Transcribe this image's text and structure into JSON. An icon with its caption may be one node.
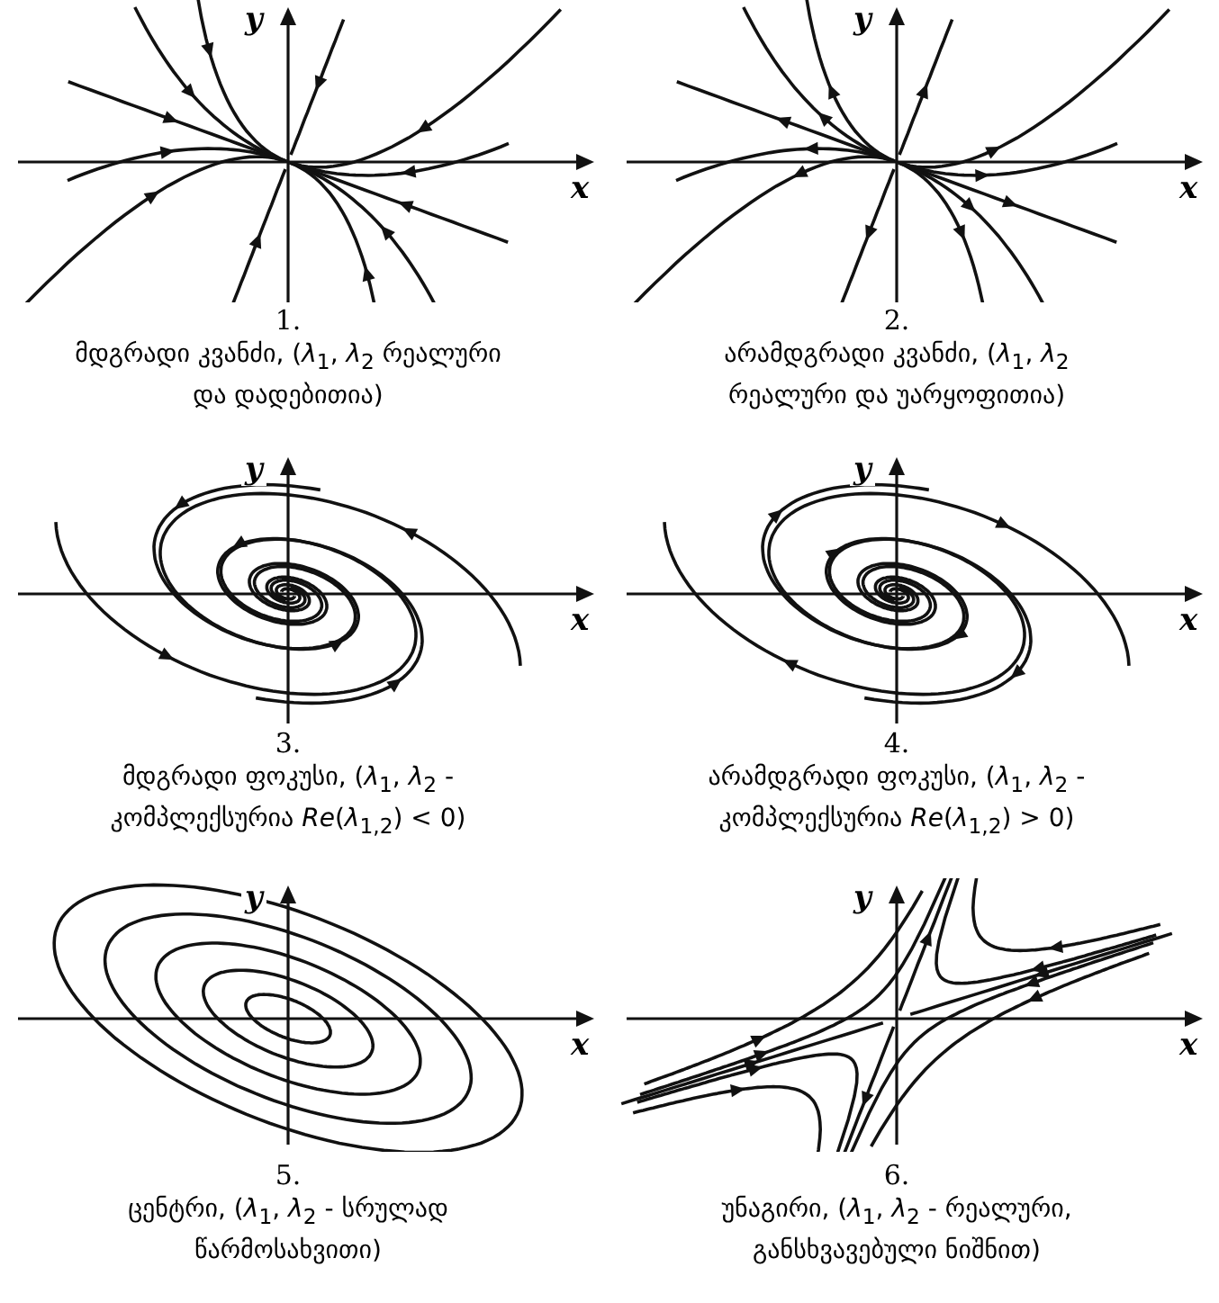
{
  "diagram": {
    "labels": [
      "y",
      "x",
      "1.",
      "მდგრადი კვანძი, (*λ*$_{1}$, *λ*$_{2}$ რეალური და დადებითია)",
      "y",
      "x",
      "2.",
      "არამდგრადი კვანძი, (*λ*$_{1}$, *λ*$_{2}$ რეალური და უარყოფითია)",
      "y",
      "x",
      "3.",
      "მდგრადი ფოკუსი, (*λ*$_{1}$, *λ*$_{2}$ - კომპლექსურია *Re*(*λ*$_{1,2}$) < 0)",
      "y",
      "x",
      "4.",
      "არამდგრადი ფოკუსი, (*λ*$_{1}$, *λ*$_{2}$ - კომპლექსურია *Re*(*λ*$_{1,2}$) > 0)",
      "y",
      "x",
      "5.",
      "ცენტრი, (*λ*$_{1}$, *λ*$_{2}$ - სრულად წარმოსახვითი)",
      "y",
      "x",
      "6.",
      "უნაგირი, (*λ*$_{1}$, *λ*$_{2}$ - რეალური, განსხვავებული ნიშნით)"
    ]
  }
}
